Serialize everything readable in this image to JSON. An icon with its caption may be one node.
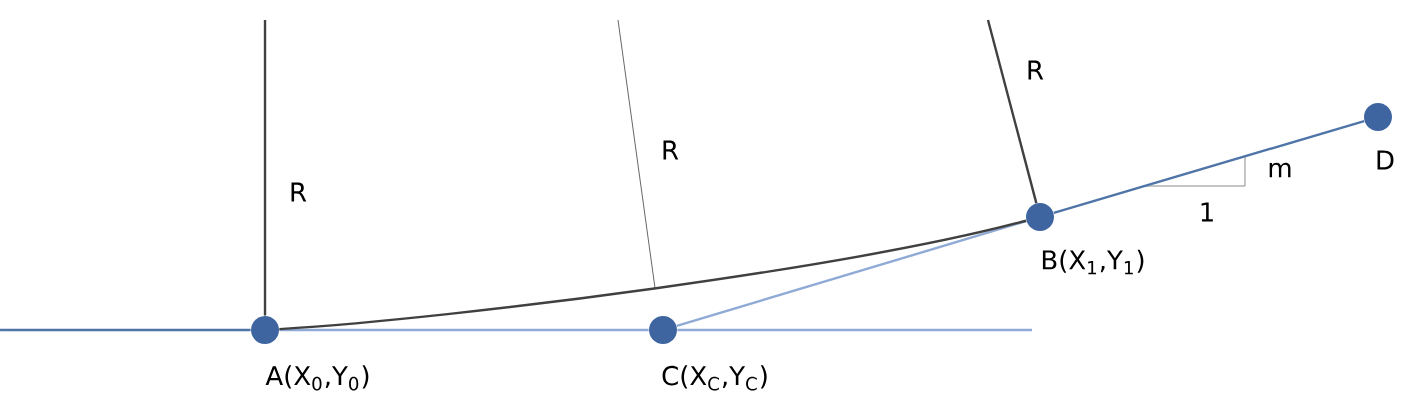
{
  "diagram": {
    "nodes": [
      {
        "text": [],
        "shape": "circle",
        "beside": [
          "A(X$_{0}$,Y$_{0}$)"
        ]
      },
      {
        "text": [],
        "shape": "circle",
        "beside": [
          "C(X$_{C}$,Y$_{C}$)"
        ]
      },
      {
        "text": [],
        "shape": "circle",
        "beside": [
          "B(X$_{1}$,Y$_{1}$)"
        ]
      },
      {
        "text": [],
        "shape": "circle",
        "beside": [
          "D"
        ]
      }
    ],
    "edges": [
      {
        "from": null,
        "to": 0,
        "arrow": "none",
        "color": "#4e74a8"
      },
      {
        "from": 0,
        "to": 1,
        "arrow": "none"
      },
      {
        "from": 1,
        "to": null,
        "arrow": "none"
      },
      {
        "from": 1,
        "to": 2,
        "arrow": "none"
      },
      {
        "from": 2,
        "to": 3,
        "arrow": "none",
        "color": "#4e74a8"
      },
      {
        "from": 0,
        "to": 2,
        "arrow": "none",
        "color": "#404040"
      },
      {
        "from": null,
        "to": 0,
        "arrow": "none",
        "label": "R",
        "color": "#404040"
      },
      {
        "from": null,
        "to": 2,
        "arrow": "none",
        "label": "R",
        "color": "#404040"
      }
    ],
    "labels": [
      "R",
      "m",
      "1"
    ]
  }
}
